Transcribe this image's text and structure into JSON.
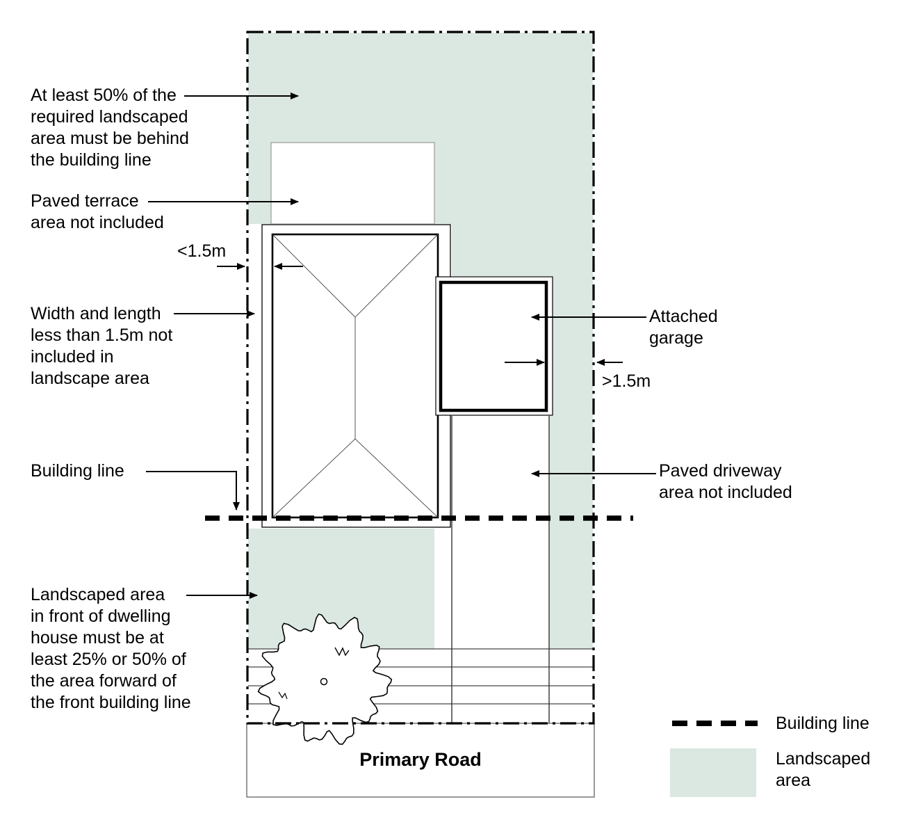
{
  "colors": {
    "landscaped": "#dbe7e1",
    "line": "#000000"
  },
  "labels": {
    "behind_line": "At least 50% of the\nrequired landscaped\narea must be behind\nthe building line",
    "paved_terrace": "Paved terrace\narea not included",
    "dim_left": "<1.5m",
    "width_length": "Width and length\nless than 1.5m not\nincluded in\nlandscape area",
    "building_line": "Building line",
    "front_area": "Landscaped area\nin front of dwelling\nhouse must be at\nleast 25% or 50% of\nthe area forward of\nthe front building line",
    "attached_garage": "Attached\ngarage",
    "dim_right": ">1.5m",
    "paved_driveway": "Paved driveway\narea not included",
    "primary_road": "Primary Road"
  },
  "legend": {
    "building_line": "Building line",
    "landscaped_area": "Landscaped\narea"
  }
}
